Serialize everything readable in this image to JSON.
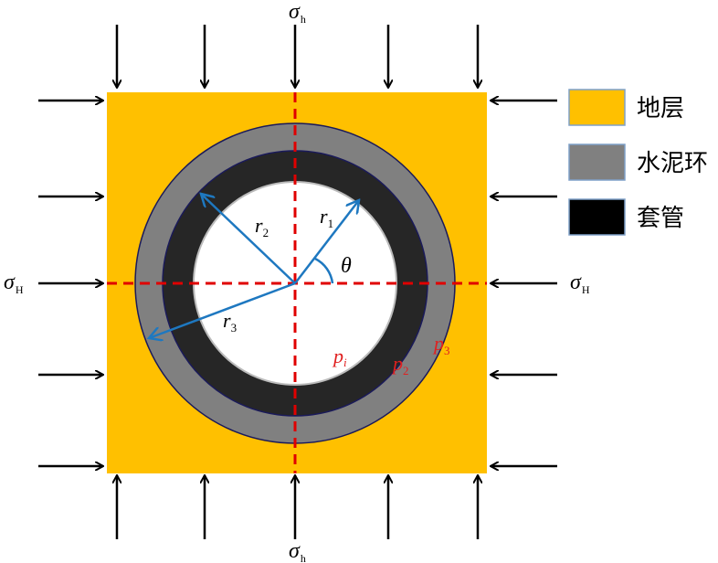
{
  "colors": {
    "formation": "#FFC000",
    "cement": "#808080",
    "casing": "#262626",
    "bore": "#FFFFFF",
    "axis_dash": "#E00000",
    "radius_arrow": "#1E78C0",
    "pressure_label": "#E02020"
  },
  "stress": {
    "vertical_symbol": "σ",
    "vertical_sub": "h",
    "horizontal_symbol": "σ",
    "horizontal_sub": "H"
  },
  "radii": {
    "r1": {
      "symbol": "r",
      "sub": "1"
    },
    "r2": {
      "symbol": "r",
      "sub": "2"
    },
    "r3": {
      "symbol": "r",
      "sub": "3"
    }
  },
  "angle": "θ",
  "pressures": {
    "pi": {
      "symbol": "p",
      "sub": "i"
    },
    "p2": {
      "symbol": "p",
      "sub": "2"
    },
    "p3": {
      "symbol": "p",
      "sub": "3"
    }
  },
  "legend": [
    {
      "label": "地层",
      "color": "#FFC000"
    },
    {
      "label": "水泥环",
      "color": "#808080"
    },
    {
      "label": "套管",
      "color": "#000000"
    }
  ]
}
